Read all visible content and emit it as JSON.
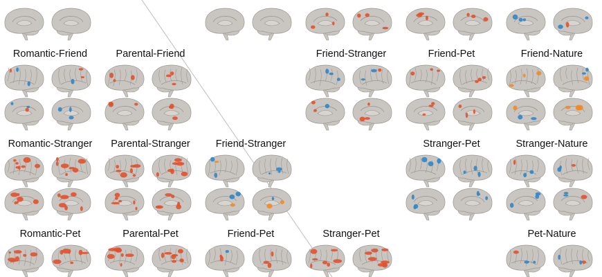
{
  "panels": [
    {
      "label": "Romantic-Friend",
      "row": 1,
      "col": 0,
      "activation": "red-blue"
    },
    {
      "label": "Parental-Friend",
      "row": 1,
      "col": 1,
      "activation": "red"
    },
    {
      "label": "Friend-Stranger",
      "row": 1,
      "col": 3,
      "activation": "red-blue"
    },
    {
      "label": "Friend-Pet",
      "row": 1,
      "col": 4,
      "activation": "red"
    },
    {
      "label": "Friend-Nature",
      "row": 1,
      "col": 5,
      "activation": "blue-orange"
    },
    {
      "label": "Romantic-Stranger",
      "row": 2,
      "col": 0,
      "activation": "red-heavy"
    },
    {
      "label": "Parental-Stranger",
      "row": 2,
      "col": 1,
      "activation": "red-heavy"
    },
    {
      "label": "Friend-Stranger",
      "row": 2,
      "col": 2,
      "activation": "blue-orange"
    },
    {
      "label": "Stranger-Pet",
      "row": 2,
      "col": 4,
      "activation": "blue"
    },
    {
      "label": "Stranger-Nature",
      "row": 2,
      "col": 5,
      "activation": "red-blue"
    },
    {
      "label": "Romantic-Pet",
      "row": 3,
      "col": 0,
      "activation": "red-heavy"
    },
    {
      "label": "Parental-Pet",
      "row": 3,
      "col": 1,
      "activation": "red-heavy"
    },
    {
      "label": "Friend-Pet",
      "row": 3,
      "col": 2,
      "activation": "red-blue"
    },
    {
      "label": "Stranger-Pet",
      "row": 3,
      "col": 3,
      "activation": "red-heavy"
    },
    {
      "label": "Pet-Nature",
      "row": 3,
      "col": 5,
      "activation": "red-blue"
    }
  ],
  "partial_top_panels": [
    {
      "row": 0,
      "col": 0,
      "activation": "none"
    },
    {
      "row": 0,
      "col": 2,
      "activation": "none"
    },
    {
      "row": 0,
      "col": 3,
      "activation": "red"
    },
    {
      "row": 0,
      "col": 4,
      "activation": "red"
    },
    {
      "row": 0,
      "col": 5,
      "activation": "red-blue"
    }
  ],
  "colors": {
    "brain": "#c9c6c1",
    "brain_edge": "#9a9691",
    "red": "#e2512e",
    "orange": "#f08a2a",
    "blue": "#2f86c8",
    "divider": "#bdbdbd"
  }
}
